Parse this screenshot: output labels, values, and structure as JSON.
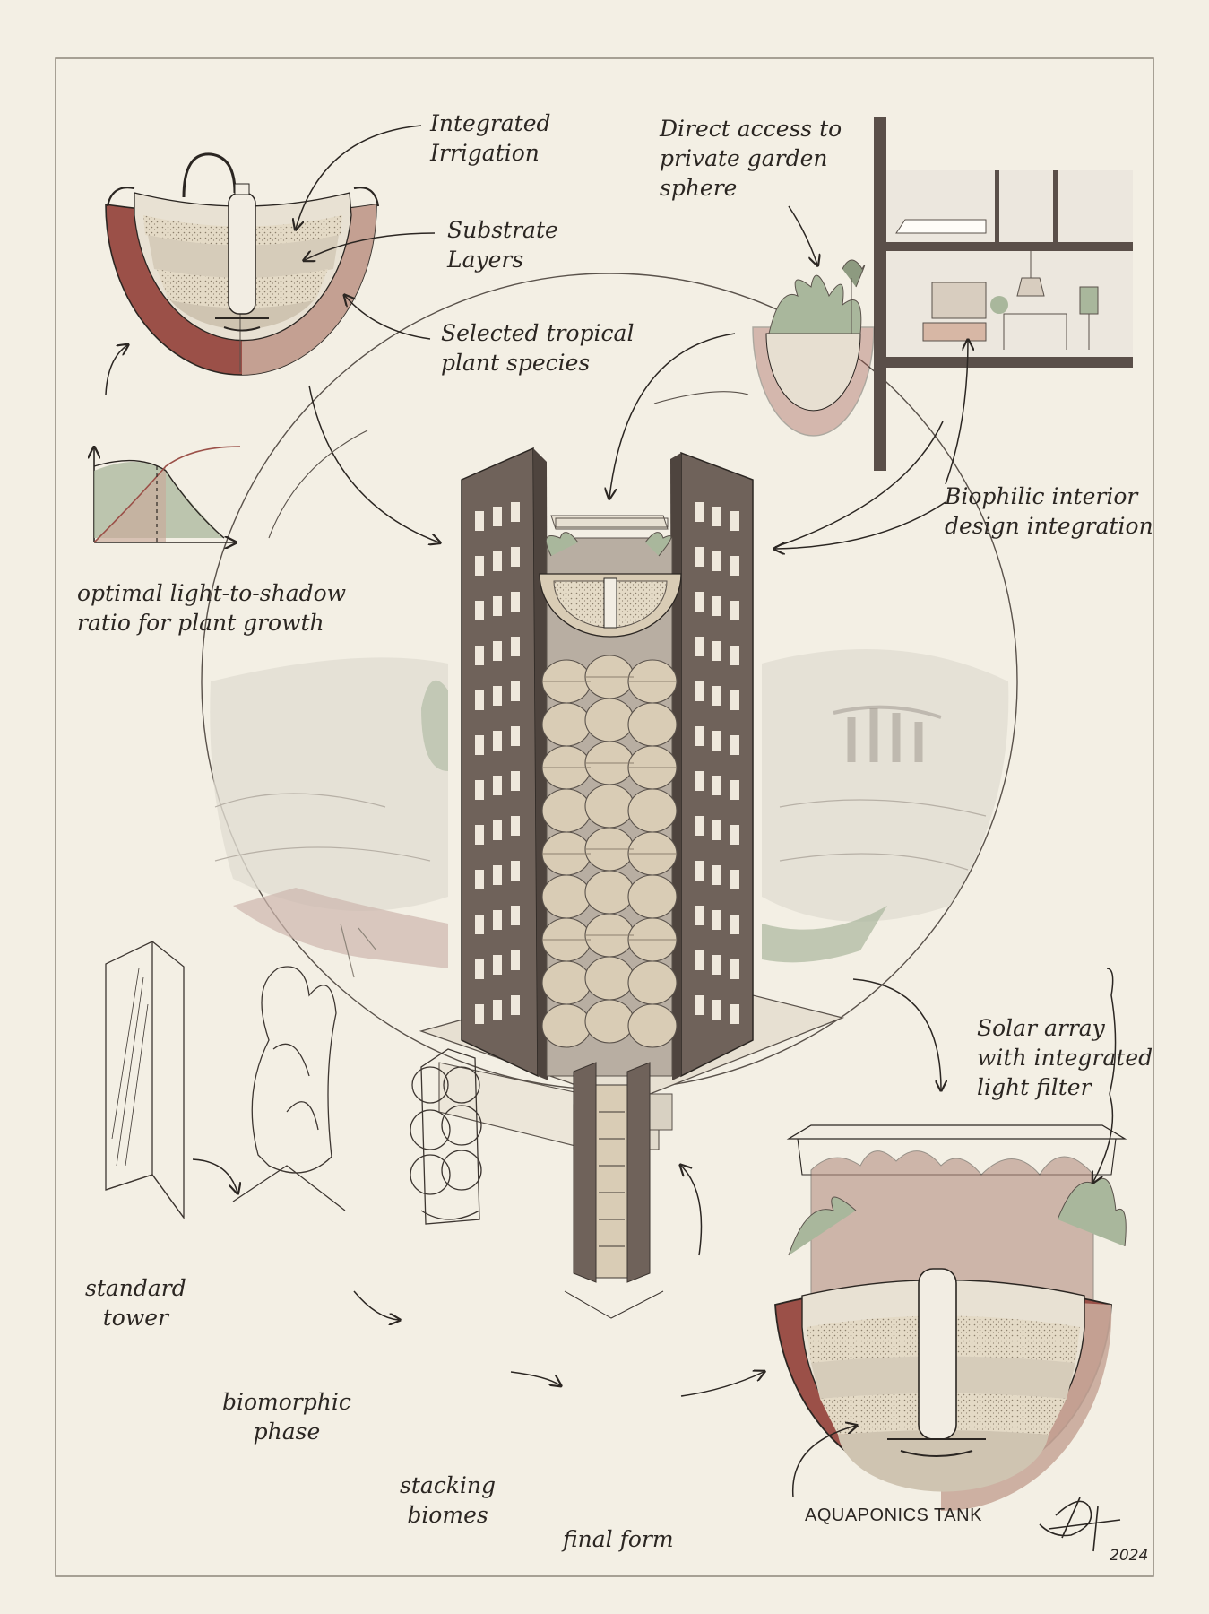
{
  "annotations": {
    "irrigation": [
      "Integrated",
      "Irrigation"
    ],
    "substrate": [
      "Substrate",
      "Layers"
    ],
    "tropical": [
      "Selected tropical",
      "plant species"
    ],
    "direct_access": [
      "Direct access to",
      "private garden",
      "sphere"
    ],
    "biophilic": [
      "Biophilic interior",
      "design integration"
    ],
    "light_ratio": [
      "optimal light-to-shadow",
      "ratio for plant growth"
    ],
    "solar": [
      "Solar array",
      "with integrated",
      "light filter"
    ],
    "aquaponics": "AQUAPONICS TANK"
  },
  "evolution_steps": [
    [
      "standard",
      "tower"
    ],
    [
      "biomorphic",
      "phase"
    ],
    [
      "stacking",
      "biomes"
    ],
    [
      "final form"
    ]
  ],
  "signature": {
    "year": "2024"
  },
  "colors": {
    "paper": "#f3efe4",
    "ink": "#2b2622",
    "terracotta": "#9b5048",
    "tower": "#6f625a",
    "pod": "#d9ccb5",
    "sage": "#a9b79c"
  }
}
